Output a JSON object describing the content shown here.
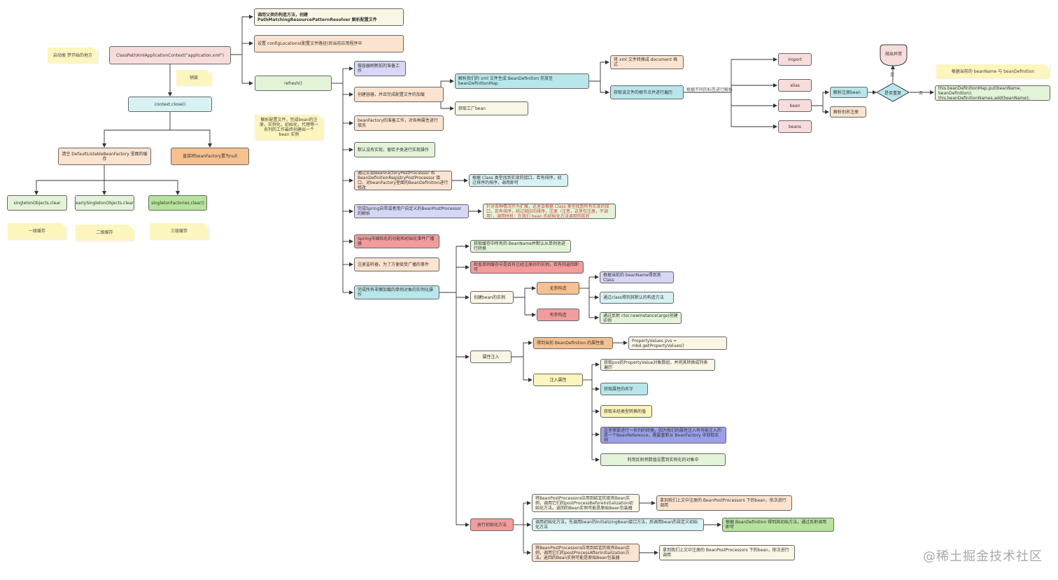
{
  "colors": {
    "pink": "#f8dcdc",
    "peach": "#fbe3cf",
    "orange": "#f6c08f",
    "green_light": "#e3f3d8",
    "green": "#b7e39c",
    "blue_light": "#d8f1f3",
    "lavender": "#d6d6f5",
    "periwinkle": "#9aa0e8",
    "salmon": "#f29c9c",
    "cream": "#faf6e6",
    "yellow": "#fbf3b8",
    "yellow_sticky": "#fcf5bd",
    "teal": "#b8e6ea",
    "line": "#333333"
  },
  "watermark": "@稀土掘金技术社区",
  "left": {
    "note_start": "启动类 梦开始的地方",
    "main": "ClassPathXmlApplicationContext(\"application.xml\")",
    "note_destroy": "销毁",
    "close": "context.close()",
    "clear_cache": "清空 DefaultListableBeanFactory 里面的缓存",
    "set_null": "直接将beanFactory置为null",
    "singleton": "singletonObjects.clear",
    "early": "earlySingletonObjects.clear",
    "factories": "singletonFactories.clear()",
    "cache1": "一级缓存",
    "cache2": "二级缓存",
    "cache3": "三级缓存"
  },
  "top": {
    "parent_ctor": "调用父类的构造方法，创建 PathMatchingResourcePatternResolver 解析配置文件",
    "set_config": "设置 configLocations(配置文件路径)到当前应用程序中",
    "refresh": "refresh()",
    "refresh_note": "解析配置文件，完成bean的注册，实例化，初始化，代理等一系列的工作最终创建出一个 bean 实例"
  },
  "refresh_steps": {
    "prepare": "做容器刷新前的准备工作",
    "create_bf": "创建容器，并且完成配置文件的加载",
    "bf_prepare": "beanFactory的准备工作，对各种属性进行填充",
    "no_impl": "默认没有实现，留给子类进行实现操作",
    "bfpp": "通过实现BeanFactoryPostProcessor 和 BeanDefinitionRegistryPostProcessor 接口，对beanFactory里面的BeanDefinition进行修改",
    "bpp": "完成Spring自带或者用户自定义的BeanPostProcessor的解析",
    "i18n": "Spring中国际化的功能和初始化事件广播器",
    "listener": "注册监听器，为了方便接受广播的事件",
    "finish": "完成所有非懒加载的单例对象的实例化操作"
  },
  "xml_branch": {
    "parse_xml": "解析我们的 xml 文件生成 BeanDefinition 存放至 beanDefinitionMap",
    "get_bf": "获取工厂bean",
    "to_doc": "将 xml 文件转换成 document 格式",
    "walk": "获取该文件的根节点并进行遍历",
    "by_tag": "根据不同的标签进行解析",
    "import": "import",
    "alias": "alias",
    "bean": "bean",
    "beans": "beans",
    "parse_bean": "解析注册bean",
    "parse_alias": "解析别名注册",
    "is_dup": "是否重复",
    "throw": "抛出异常",
    "yes": "是",
    "no": "否",
    "put_note": "根据当前的 beanName 与 beanDefinition",
    "put_code": "this.beanDefinitionMap.put(beanName, beanDefinition); this.beanDefinitionNames.add(beanName);"
  },
  "processors": {
    "bfpp_detail": "根据 Class 类型找到实现的接口，若有排序，经过排序的排序，调用即可",
    "bpp_detail": "针对各种情况作为扩展，这里会根据 Class 类型找到所有实现的接口，若有排序，经过相应的排序，注册（注意，这里仅注册，不调用），调用时机：在我们 bean 的初始化方法调用的前后"
  },
  "instantiate": {
    "get_names": "获取缓存中所有的 BeanName并默认从单例池进行转换",
    "check_cache": "检查单例缓存中是否有已经注册好的实例，若有则返回即可",
    "create": "创建bean的实例",
    "no_arg": "无参构造",
    "with_arg": "有参构造",
    "get_class": "根据当前的 beanName得到其 Class",
    "default_ctor": "通过class得到其默认的构造方法",
    "reflect": "通过反射 ctor.newInstance(args)创建实例"
  },
  "populate": {
    "title": "属性注入",
    "get_pvs": "得到当前 BeanDefinition 的属性值",
    "pvs_code": "PropertyValues pvs = mbd.getPropertyValues()",
    "inject": "注入属性",
    "get_list": "获取pvs的PropertyValue对象数组，并将其转换成列表遍历",
    "get_name": "获取属性的名字",
    "get_value": "获取未经类型转换的值",
    "convert": "这里需要进行一系列的转换，因为我们的属性注入有可能注入的是一个BeanReference，需要重新从 BeanFactory 中获取实例",
    "set_value": "利用反射将数值设置到实例化的对象中"
  },
  "init": {
    "title": "执行初始化方法",
    "before": "将BeanPostProcessors应用到给定的现有Bean实例，调用它们的postProcessBeforeInitialization初始化方法。返回的Bean实例可能是原始Bean包装器",
    "before_detail": "拿到我们上文中注册的 BeanPostProcessors 下的bean，依次进行调用",
    "invoke": "调用初始化方法，先调用bean的InitializingBean接口方法，后调用bean的自定义初始化方法",
    "invoke_detail": "根据 BeanDefinition 得到其初始方法，通过反射调用即可",
    "after": "将BeanPostProcessors应用到给定的现有Bean实例，调用它们的postProcessAfterInitialization方法。返回的Bean实例可能是原始Bean包装器",
    "after_detail": "拿到我们上文中注册的 BeanPostProcessors 下的bean，依次进行调用"
  }
}
